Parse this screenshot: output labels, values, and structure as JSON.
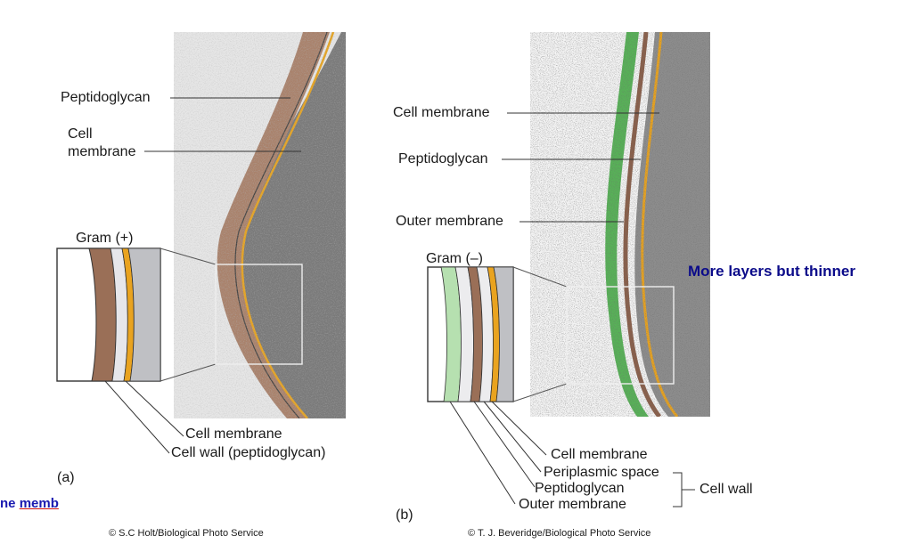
{
  "panel_a": {
    "label_peptidoglycan": "Peptidoglycan",
    "label_cell": "Cell",
    "label_membrane": "membrane",
    "gram_label": "Gram (+)",
    "bottom_cell_membrane": "Cell membrane",
    "bottom_cell_wall": "Cell wall (peptidoglycan)",
    "panel_letter": "(a)",
    "credit": "© S.C Holt/Biological Photo Service"
  },
  "panel_b": {
    "label_cell_membrane": "Cell membrane",
    "label_peptidoglycan": "Peptidoglycan",
    "label_outer_membrane": "Outer membrane",
    "gram_label": "Gram (–)",
    "annotation": "More layers but thinner",
    "bottom_cell_membrane": "Cell membrane",
    "bottom_periplasmic": "Periplasmic space",
    "bottom_peptidoglycan": "Peptidoglycan",
    "bottom_outer_membrane": "Outer membrane",
    "bottom_cell_wall": "Cell wall",
    "panel_letter": "(b)",
    "credit": "© T. J. Beveridge/Biological Photo Service"
  },
  "left_cut_text": {
    "part1": "ne ",
    "part2": "memb"
  },
  "colors": {
    "peptidoglycan_brown": "#9a6f57",
    "membrane_orange": "#e9a31f",
    "outer_membrane_green": "#8fd08c",
    "annotation_blue": "#0b0b8a"
  }
}
